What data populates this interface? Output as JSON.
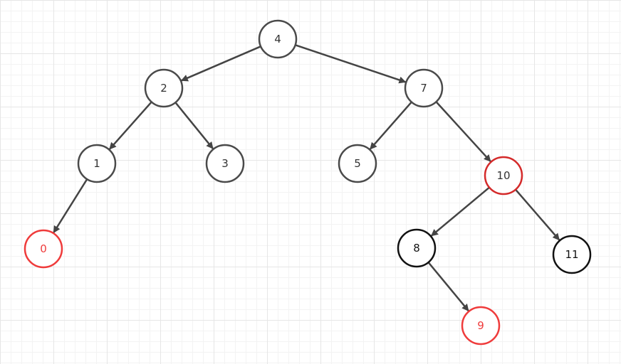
{
  "diagram": {
    "nodes": [
      {
        "id": "n4",
        "label": "4",
        "style": "gray"
      },
      {
        "id": "n2",
        "label": "2",
        "style": "gray"
      },
      {
        "id": "n7",
        "label": "7",
        "style": "gray"
      },
      {
        "id": "n1",
        "label": "1",
        "style": "gray"
      },
      {
        "id": "n3",
        "label": "3",
        "style": "gray"
      },
      {
        "id": "n5",
        "label": "5",
        "style": "gray"
      },
      {
        "id": "n10",
        "label": "10",
        "style": "red"
      },
      {
        "id": "n0",
        "label": "0",
        "style": "red-text"
      },
      {
        "id": "n8",
        "label": "8",
        "style": "black"
      },
      {
        "id": "n11",
        "label": "11",
        "style": "black"
      },
      {
        "id": "n9",
        "label": "9",
        "style": "red-text"
      }
    ],
    "edges": [
      {
        "from": "n4",
        "to": "n2"
      },
      {
        "from": "n4",
        "to": "n7"
      },
      {
        "from": "n2",
        "to": "n1"
      },
      {
        "from": "n2",
        "to": "n3"
      },
      {
        "from": "n7",
        "to": "n5"
      },
      {
        "from": "n7",
        "to": "n10"
      },
      {
        "from": "n1",
        "to": "n0"
      },
      {
        "from": "n10",
        "to": "n8"
      },
      {
        "from": "n10",
        "to": "n11"
      },
      {
        "from": "n8",
        "to": "n9"
      }
    ],
    "colors": {
      "gray": {
        "stroke": "#4a4a4a",
        "text": "#333333"
      },
      "black": {
        "stroke": "#111111",
        "text": "#111111"
      },
      "red": {
        "stroke": "#d42a2a",
        "text": "#333333"
      },
      "red-text": {
        "stroke": "#ef3b3b",
        "text": "#ef3b3b"
      },
      "edge": "#444444"
    }
  }
}
